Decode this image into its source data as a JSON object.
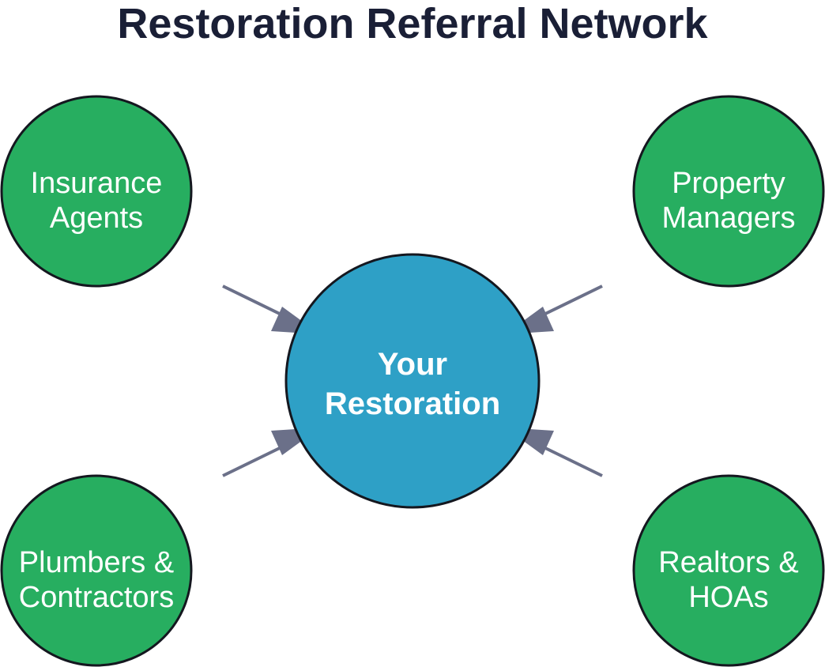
{
  "title": "Restoration Referral Network",
  "colors": {
    "title": "#1a1f36",
    "referral_node_fill": "#27ae60",
    "center_node_fill": "#2ea0c6",
    "node_stroke": "#14171f",
    "arrow": "#6b7089",
    "label": "#ffffff"
  },
  "center": {
    "lines": [
      "Your",
      "Restoration"
    ]
  },
  "referral_sources": [
    {
      "id": "insurance-agents",
      "lines": [
        "Insurance",
        "Agents"
      ]
    },
    {
      "id": "property-managers",
      "lines": [
        "Property",
        "Managers"
      ]
    },
    {
      "id": "plumbers-contractors",
      "lines": [
        "Plumbers &",
        "Contractors"
      ]
    },
    {
      "id": "realtors-hoas",
      "lines": [
        "Realtors &",
        "HOAs"
      ]
    }
  ]
}
